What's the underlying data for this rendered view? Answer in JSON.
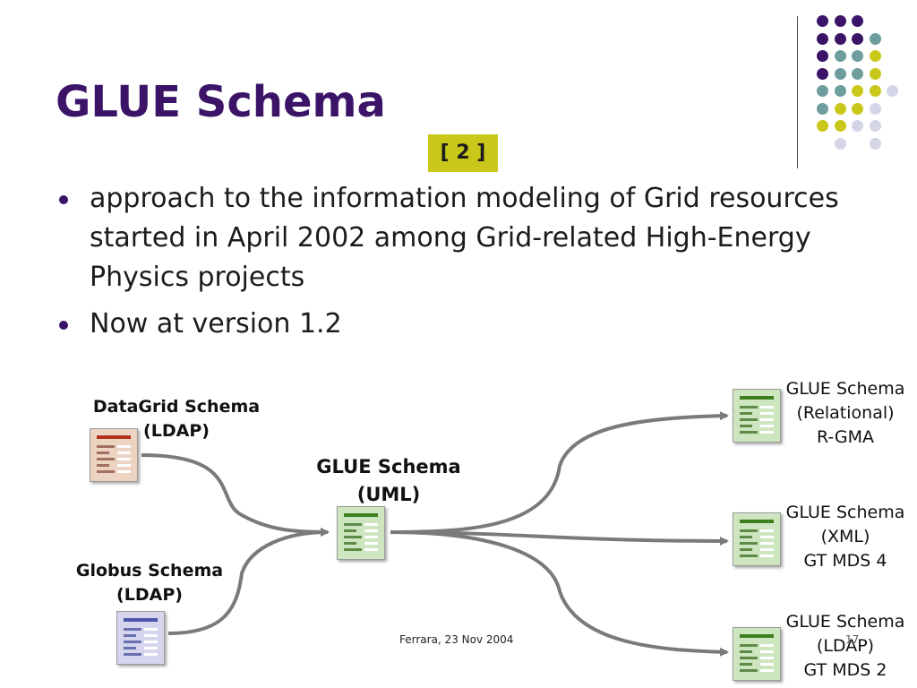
{
  "slide": {
    "title": "GLUE Schema",
    "ref_badge": "[ 2 ]",
    "bullets": [
      "approach to the information modeling of Grid resources started in April 2002 among Grid-related High-Energy Physics projects",
      "Now at version 1.2"
    ],
    "footer": "Ferrara, 23 Nov 2004",
    "page_number": "17"
  },
  "colors": {
    "title": "#3b1468",
    "badge": "#c9c81a",
    "dot_purple": "#3b1468",
    "dot_teal": "#6e9d9e",
    "dot_yellow": "#c9c81a",
    "dot_lavender": "#d5d5e8",
    "arrow": "#7a7a7a"
  },
  "diagram": {
    "sources": [
      {
        "line1": "DataGrid Schema",
        "line2": "(LDAP)"
      },
      {
        "line1": "Globus Schema",
        "line2": "(LDAP)"
      }
    ],
    "center": {
      "line1": "GLUE Schema",
      "line2": "(UML)"
    },
    "targets": [
      {
        "line1": "GLUE Schema",
        "line2": "(Relational)",
        "line3": "R-GMA"
      },
      {
        "line1": "GLUE Schema",
        "line2": "(XML)",
        "line3": "GT MDS 4"
      },
      {
        "line1": "GLUE Schema",
        "line2": "(LDAP)",
        "line3": "GT MDS 2"
      }
    ]
  }
}
